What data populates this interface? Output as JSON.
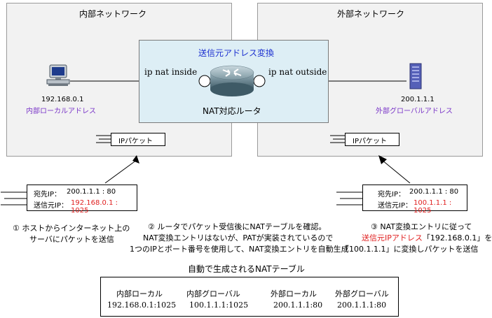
{
  "internal_network": {
    "title": "内部ネットワーク",
    "host_ip": "192.168.0.1",
    "host_label": "内部ローカルアドレス",
    "packet_label": "IPパケット"
  },
  "external_network": {
    "title": "外部ネットワーク",
    "server_ip": "200.1.1.1",
    "server_label": "外部グローバルアドレス",
    "packet_label": "IPパケット"
  },
  "router": {
    "heading": "送信元アドレス変換",
    "inside_label": "ip nat inside",
    "outside_label": "ip nat outside",
    "caption": "NAT対応ルータ"
  },
  "packet_before": {
    "dst_label": "宛先IP：",
    "dst_value": "200.1.1.1 : 80",
    "src_label": "送信元IP：",
    "src_value": "192.168.0.1 : 1025"
  },
  "packet_after": {
    "dst_label": "宛先IP：",
    "dst_value": "200.1.1.1 : 80",
    "src_label": "送信元IP：",
    "src_value": "100.1.1.1 : 1025"
  },
  "steps": {
    "step1_line1": "①  ホストからインターネット上の",
    "step1_line2": "サーバにパケットを送信",
    "step2_line1": "②  ルータでパケット受信後にNATテーブルを確認。",
    "step2_line2": "NAT変換エントリはないが、PATが実装されているので",
    "step2_line3": "1つのIPとポート番号を使用して、NAT変換エントリを自動生成",
    "step3_line1": "③  NAT変換エントリに従って",
    "step3_line2_red": "送信元IPアドレス",
    "step3_line2_rest": "「192.168.0.1」を",
    "step3_line3": "「100.1.1.1」に変換しパケットを送信"
  },
  "nat_table": {
    "title": "自動で生成されるNATテーブル",
    "headers": [
      "内部ローカル",
      "内部グローバル",
      "外部ローカル",
      "外部グローバル"
    ],
    "row": [
      "192.168.0.1:1025",
      "100.1.1.1:1025",
      "200.1.1.1:80",
      "200.1.1.1:80"
    ]
  },
  "colors": {
    "network_bg": "#f2f2f2",
    "router_bg": "#ddeef5",
    "blue_text": "#1b2fd0",
    "purple_text": "#7a35c8",
    "red_text": "#e02020"
  },
  "icons": {
    "host": "pc-icon",
    "server": "server-icon",
    "router": "router-icon"
  }
}
